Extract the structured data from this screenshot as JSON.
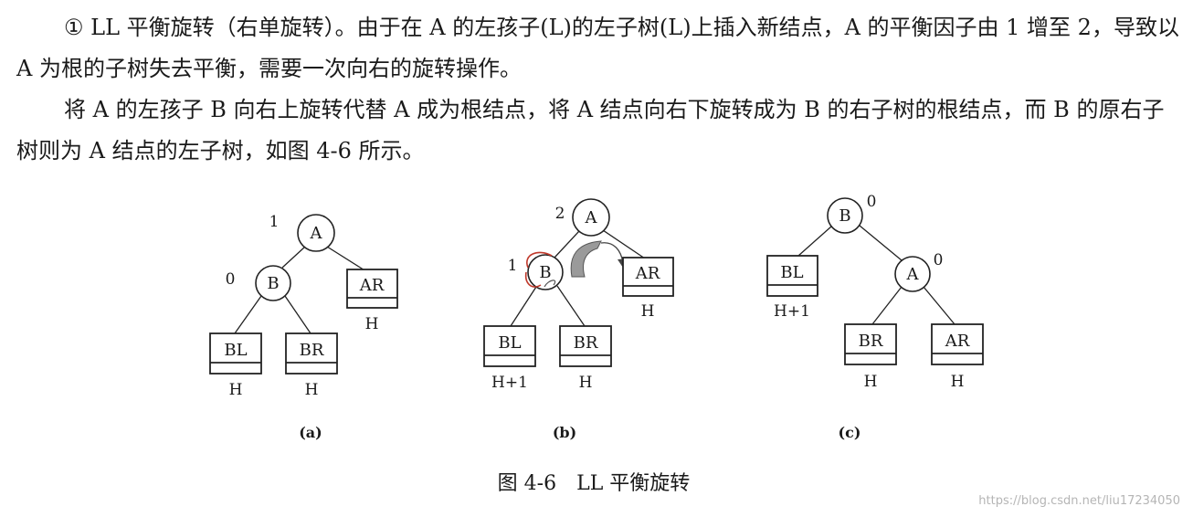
{
  "text": {
    "p1": "① LL 平衡旋转（右单旋转）。由于在 A 的左孩子(L)的左子树(L)上插入新结点，A 的平衡因子由 1 增至 2，导致以 A 为根的子树失去平衡，需要一次向右的旋转操作。",
    "p2": "将 A 的左孩子 B 向右上旋转代替 A 成为根结点，将 A 结点向右下旋转成为 B 的右子树的根结点，而 B 的原右子树则为 A 结点的左子树，如图 4-6 所示。"
  },
  "figure": {
    "caption": "图 4-6　LL 平衡旋转",
    "watermark": "https://blog.csdn.net/liu17234050",
    "a": {
      "label": "(a)",
      "nodeA": "A",
      "bfA": "1",
      "nodeB": "B",
      "bfB": "0",
      "boxBL": "BL",
      "hBL": "H",
      "boxBR": "BR",
      "hBR": "H",
      "boxAR": "AR",
      "hAR": "H"
    },
    "b": {
      "label": "(b)",
      "nodeA": "A",
      "bfA": "2",
      "nodeB": "B",
      "bfB": "1",
      "boxBL": "BL",
      "hBL": "H+1",
      "boxBR": "BR",
      "hBR": "H",
      "boxAR": "AR",
      "hAR": "H"
    },
    "c": {
      "label": "(c)",
      "nodeB": "B",
      "bfB": "0",
      "nodeA": "A",
      "bfA": "0",
      "boxBL": "BL",
      "hBL": "H+1",
      "boxBR": "BR",
      "hBR": "H",
      "boxAR": "AR",
      "hAR": "H"
    }
  },
  "colors": {
    "annotation": "#c0392b",
    "arrow_fill": "#9a9a9a"
  }
}
